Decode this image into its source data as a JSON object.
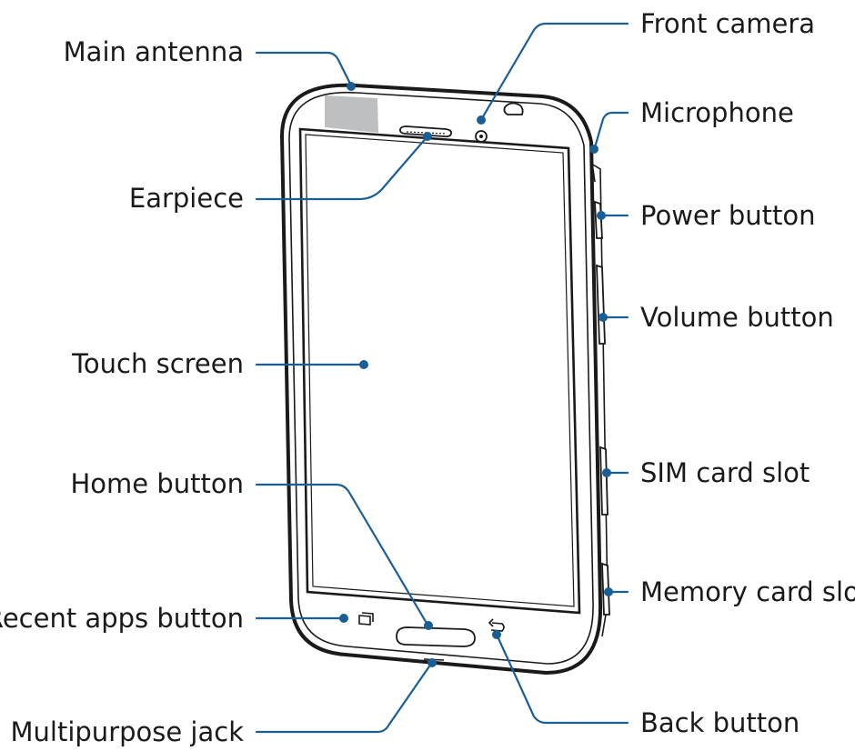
{
  "diagram": {
    "callouts": [
      {
        "id": "main-antenna",
        "label": "Main antenna"
      },
      {
        "id": "earpiece",
        "label": "Earpiece"
      },
      {
        "id": "touch-screen",
        "label": "Touch screen"
      },
      {
        "id": "home-button",
        "label": "Home button"
      },
      {
        "id": "recent-apps-button",
        "label": "Recent apps button"
      },
      {
        "id": "multipurpose-jack",
        "label": "Multipurpose jack"
      },
      {
        "id": "front-camera",
        "label": "Front camera"
      },
      {
        "id": "microphone",
        "label": "Microphone"
      },
      {
        "id": "power-button",
        "label": "Power button"
      },
      {
        "id": "volume-button",
        "label": "Volume button"
      },
      {
        "id": "sim-card-slot",
        "label": "SIM card slot"
      },
      {
        "id": "memory-card-slot",
        "label": "Memory card slot"
      },
      {
        "id": "back-button",
        "label": "Back button"
      }
    ],
    "colors": {
      "leader": "#1a5e96",
      "outline": "#1a1a1a",
      "antenna": "#bdbfc1"
    }
  }
}
